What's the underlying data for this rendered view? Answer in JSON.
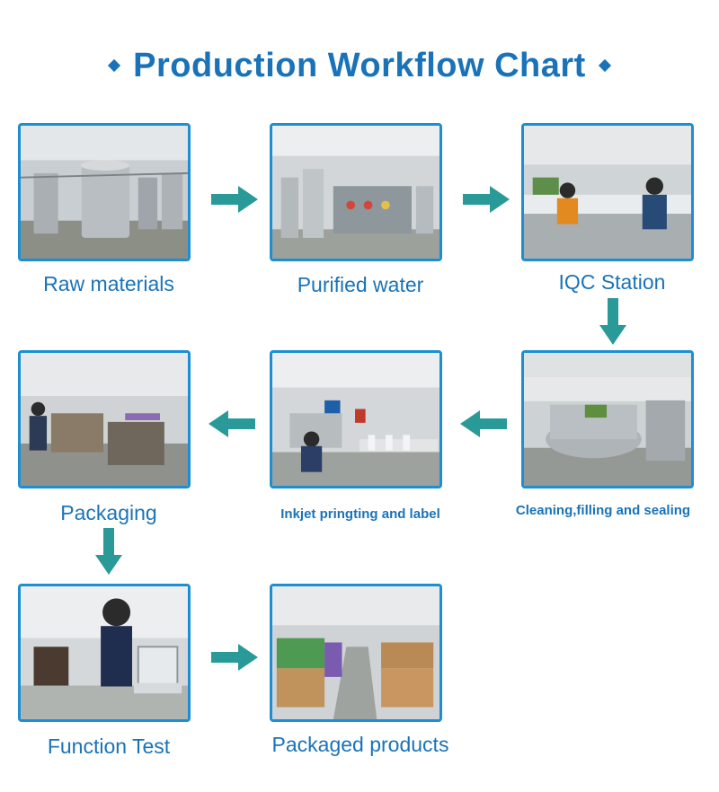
{
  "title": "Production Workflow Chart",
  "colors": {
    "title": "#1a73b8",
    "border": "#1b8fd2",
    "arrow": "#2a9a98"
  },
  "steps": [
    {
      "label": "Raw materials"
    },
    {
      "label": "Purified water"
    },
    {
      "label": "IQC Station"
    },
    {
      "label": "Cleaning,filling and sealing"
    },
    {
      "label": "Inkjet pringting and label"
    },
    {
      "label": "Packaging"
    },
    {
      "label": "Function Test"
    },
    {
      "label": "Packaged products"
    }
  ]
}
